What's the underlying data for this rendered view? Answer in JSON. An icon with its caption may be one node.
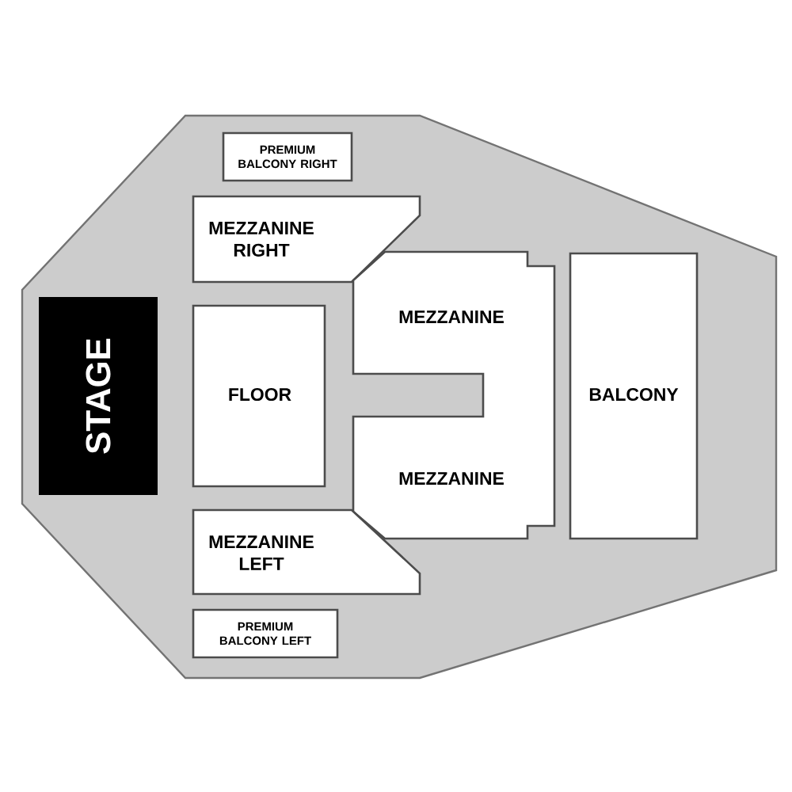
{
  "diagram": {
    "nodes": [
      {
        "text": [
          "PREMIUM BALCONY RIGHT"
        ]
      },
      {
        "text": [
          "MEZZANINE RIGHT"
        ]
      },
      {
        "text": [
          "MEZZANINE",
          "MEZZANINE"
        ]
      },
      {
        "text": [
          "BALCONY"
        ]
      },
      {
        "text": [
          "STAGE"
        ]
      },
      {
        "text": [
          "FLOOR"
        ]
      },
      {
        "text": [
          "MEZZANINE LEFT"
        ]
      },
      {
        "text": [
          "PREMIUM BALCONY LEFT"
        ]
      }
    ]
  }
}
